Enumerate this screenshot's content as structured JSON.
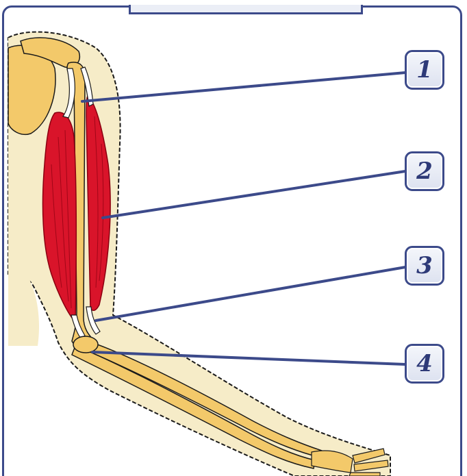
{
  "callouts": [
    {
      "number": "1"
    },
    {
      "number": "2"
    },
    {
      "number": "3"
    },
    {
      "number": "4"
    }
  ],
  "colors": {
    "frame": "#3c4a8a",
    "skin": "#f6ecc8",
    "bone": "#f4d27a",
    "muscle": "#d9142a",
    "leader_line": "#3c4a8a"
  }
}
